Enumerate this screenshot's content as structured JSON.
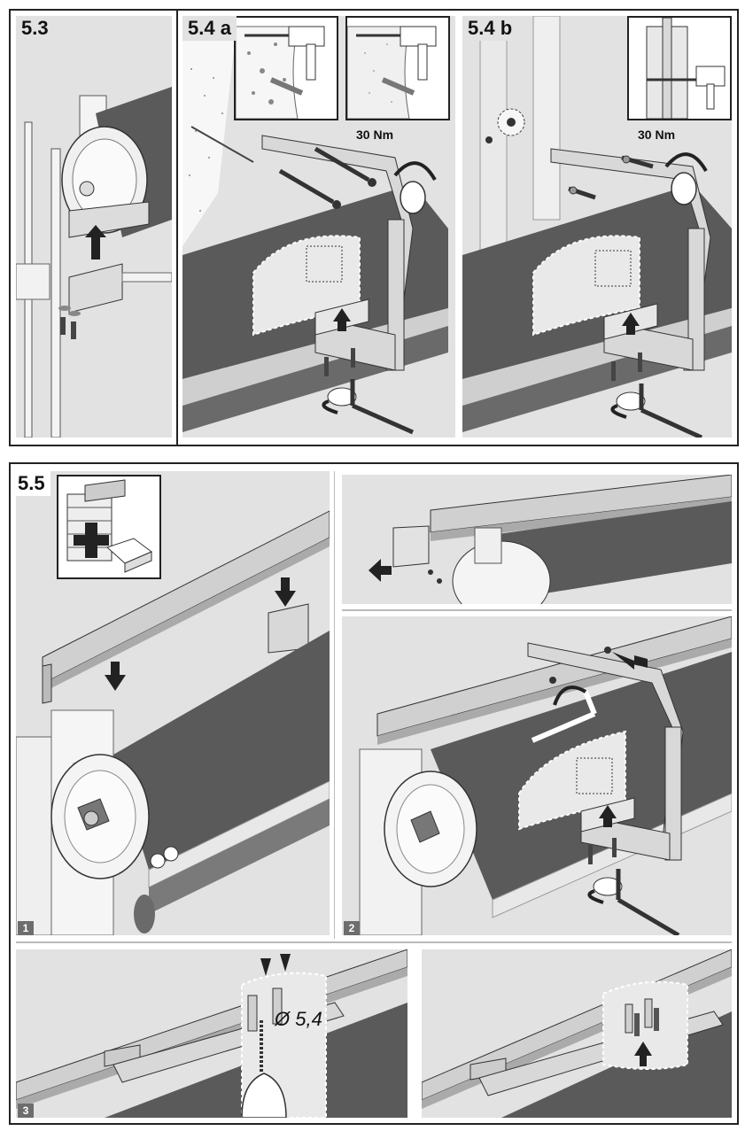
{
  "steps": {
    "s53": "5.3",
    "s54a": "5.4 a",
    "s54b": "5.4 b",
    "s55": "5.5"
  },
  "annotations": {
    "torque_a": "30 Nm",
    "torque_b": "30 Nm",
    "diameter": "Ø 5,4"
  },
  "sub_steps": {
    "one": "1",
    "two": "2",
    "three": "3"
  },
  "colors": {
    "panel_bg": "#e2e2e2",
    "fabric": "#5a5a5a",
    "frame": "#222222"
  }
}
